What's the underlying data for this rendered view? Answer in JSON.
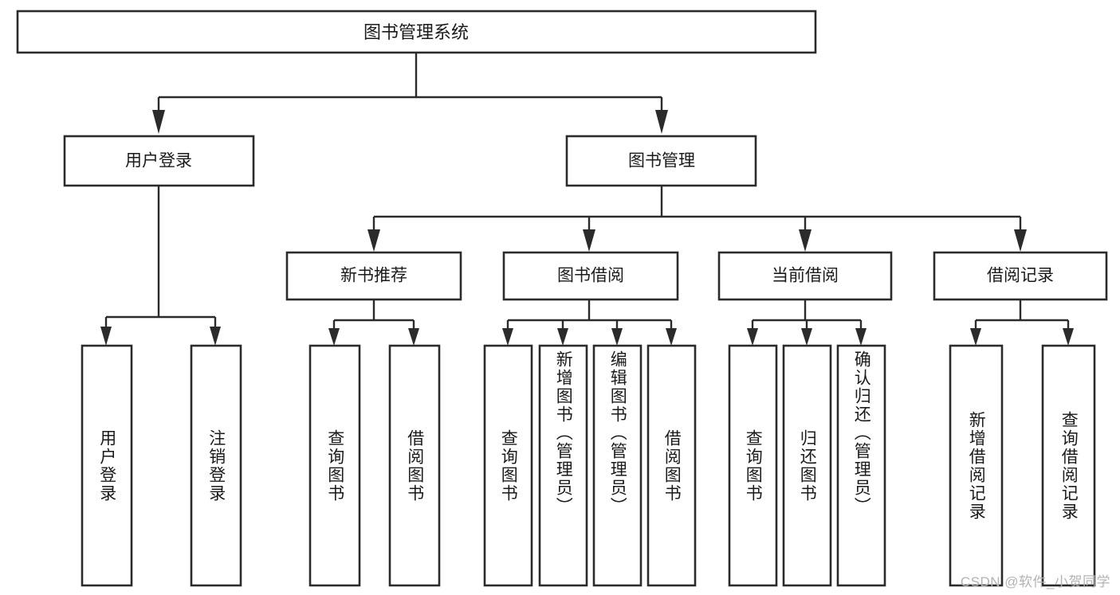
{
  "diagram": {
    "title": "图书管理系统",
    "watermark": "CSDN @软件_小贺同学",
    "colors": {
      "stroke": "#2b2b2b",
      "fill": "#ffffff",
      "text": "#1a1a1a",
      "watermark": "#b3b3b3",
      "background": "#ffffff"
    },
    "root": {
      "label": "图书管理系统"
    },
    "level2": [
      {
        "label": "用户登录"
      },
      {
        "label": "图书管理"
      }
    ],
    "level3": [
      {
        "label": "新书推荐"
      },
      {
        "label": "图书借阅"
      },
      {
        "label": "当前借阅"
      },
      {
        "label": "借阅记录"
      }
    ],
    "leaves": {
      "user_login": [
        {
          "label": "用户登录"
        },
        {
          "label": "注销登录"
        }
      ],
      "new_book_recommend": [
        {
          "label": "查询图书"
        },
        {
          "label": "借阅图书"
        }
      ],
      "book_borrow": [
        {
          "label": "查询图书"
        },
        {
          "label": "新增图书（管理员）"
        },
        {
          "label": "编辑图书（管理员）"
        },
        {
          "label": "借阅图书"
        }
      ],
      "current_borrow": [
        {
          "label": "查询图书"
        },
        {
          "label": "归还图书"
        },
        {
          "label": "确认归还（管理员）"
        }
      ],
      "borrow_record": [
        {
          "label": "新增借阅记录"
        },
        {
          "label": "查询借阅记录"
        }
      ]
    }
  }
}
